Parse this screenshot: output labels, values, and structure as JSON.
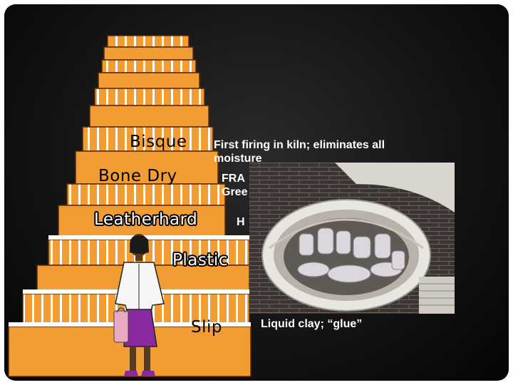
{
  "stages": [
    {
      "label": "Bisque",
      "description": "First firing in kiln; eliminates all moisture"
    },
    {
      "label": "Bone Dry",
      "description": "FRA\nGree"
    },
    {
      "label": "Leatherhard",
      "description": "H"
    },
    {
      "label": "Plastic",
      "description": ""
    },
    {
      "label": "Slip",
      "description": "Liquid clay; “glue”"
    }
  ],
  "colors": {
    "step": "#f29c34",
    "step_stripe": "#ffffff",
    "step_outline": "#5a2a00",
    "text": "#ffffff",
    "background": "#141414"
  },
  "images": {
    "staircase": "staircase-illustration",
    "woman": "woman-climbing-stairs-illustration",
    "kiln": "kiln-with-bisque-pottery-photo"
  }
}
